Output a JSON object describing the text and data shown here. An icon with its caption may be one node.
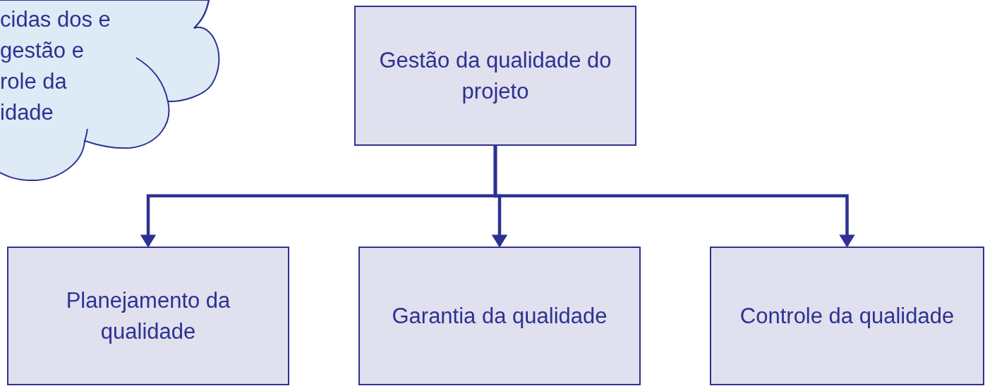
{
  "diagram": {
    "nodes": [
      {
        "text": [
          "cidas dos e gestão e role da idade"
        ]
      },
      {
        "text": [
          "Gestão da qualidade do projeto"
        ]
      },
      {
        "text": [
          "Planejamento da qualidade"
        ]
      },
      {
        "text": [
          "Garantia da qualidade"
        ]
      },
      {
        "text": [
          "Controle da qualidade"
        ]
      }
    ],
    "edges": [
      {
        "from": 1,
        "to": 2,
        "arrow": "to"
      },
      {
        "from": 1,
        "to": 3,
        "arrow": "to"
      },
      {
        "from": 1,
        "to": 4,
        "arrow": "to"
      }
    ]
  }
}
